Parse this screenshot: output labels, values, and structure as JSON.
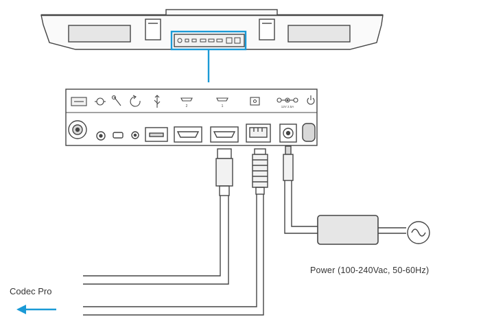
{
  "labels": {
    "power": "Power (100-240Vac, 50-60Hz)",
    "codec": "Codec Pro"
  },
  "panel": {
    "port_numbers": [
      "2",
      "1"
    ],
    "power_rating": "12V 2.5A"
  },
  "colors": {
    "line": "#444444",
    "accent": "#1a9ad6",
    "fill_light": "#f2f2f2",
    "fill_mid": "#d8d8d8",
    "bar_fill": "#e6e6e6"
  },
  "icons": {
    "ports": [
      "touch-port-icon",
      "camera-control-icon",
      "service-wrench-icon",
      "reset-icon",
      "usb-icon",
      "hdmi-input-2-icon",
      "hdmi-input-1-icon",
      "network-port-icon",
      "dc-power-icon",
      "power-button-icon"
    ],
    "ac": "ac-sine-icon",
    "arrow": "left-arrow-icon"
  }
}
